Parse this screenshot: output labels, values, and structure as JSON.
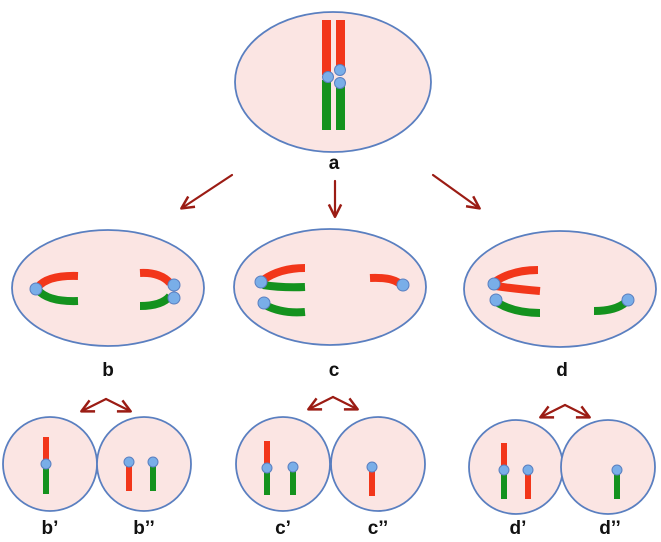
{
  "colors": {
    "cell_fill": "#fbe5e3",
    "cell_stroke": "#5a7fc0",
    "chromatid_red": "#f2361a",
    "chromatid_green": "#14921e",
    "centromere": "#79aee8",
    "arrow": "#9b1c14"
  },
  "labels": {
    "a": "a",
    "b": "b",
    "c": "c",
    "d": "d",
    "b1": "b’",
    "b2": "b’’",
    "c1": "c’",
    "c2": "c’’",
    "d1": "d’",
    "d2": "d’’"
  }
}
